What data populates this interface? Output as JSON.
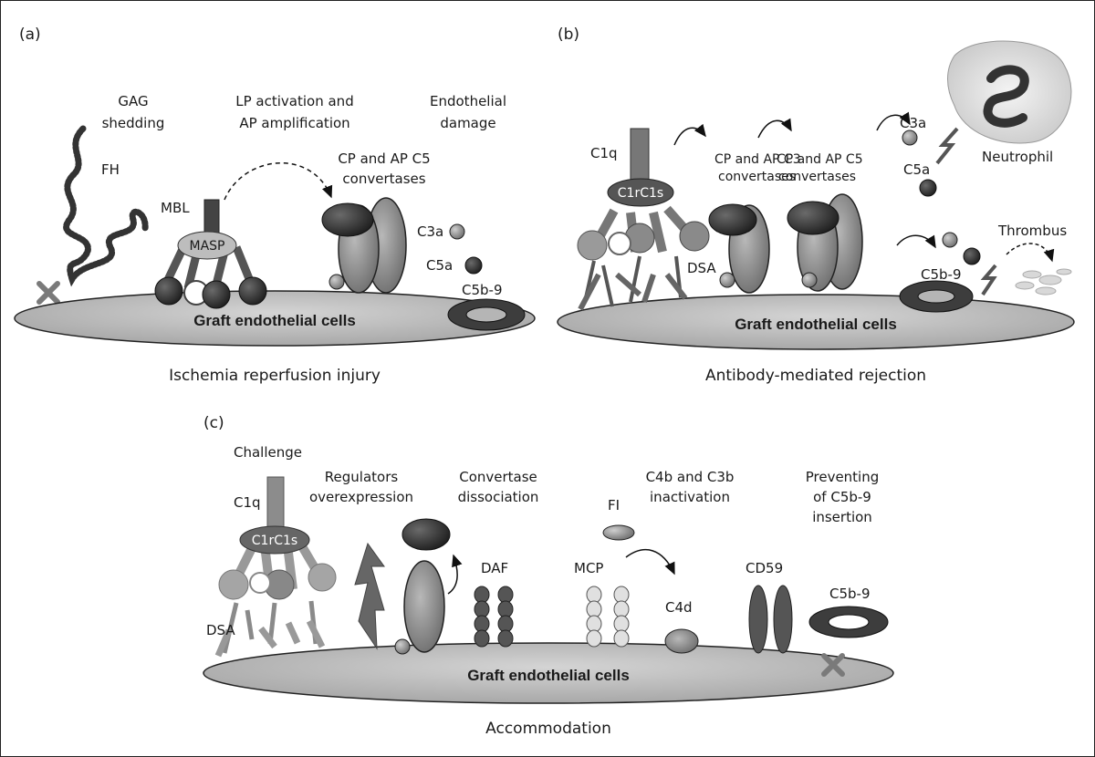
{
  "panels": {
    "a": {
      "tag": "(a)",
      "heading_left": [
        "GAG",
        "shedding"
      ],
      "heading_mid": [
        "LP activation and",
        "AP amplification"
      ],
      "heading_right": [
        "Endothelial",
        "damage"
      ],
      "fh": "FH",
      "mbl": "MBL",
      "masp": "MASP",
      "convertase": [
        "CP and AP C5",
        "convertases"
      ],
      "c3a": "C3a",
      "c5a": "C5a",
      "mac": "C5b-9",
      "membrane": "Graft endothelial cells",
      "caption": "Ischemia reperfusion injury"
    },
    "b": {
      "tag": "(b)",
      "c1q": "C1q",
      "c1rc1s": "C1rC1s",
      "c3conv": [
        "CP and AP C3",
        "convertases"
      ],
      "c5conv": [
        "CP and AP C5",
        "convertases"
      ],
      "c3a": "C3a",
      "c5a": "C5a",
      "neutrophil": "Neutrophil",
      "thrombus": "Thrombus",
      "dsa": "DSA",
      "mac": "C5b-9",
      "membrane": "Graft endothelial cells",
      "caption": "Antibody-mediated rejection"
    },
    "c": {
      "tag": "(c)",
      "challenge": "Challenge",
      "c1q": "C1q",
      "c1rc1s": "C1rC1s",
      "dsa": "DSA",
      "regulators": [
        "Regulators",
        "overexpression"
      ],
      "dissociation": [
        "Convertase",
        "dissociation"
      ],
      "inactivation": [
        "C4b and C3b",
        "inactivation"
      ],
      "preventing": [
        "Preventing",
        "of C5b-9",
        "insertion"
      ],
      "fi": "FI",
      "daf": "DAF",
      "mcp": "MCP",
      "c4d": "C4d",
      "cd59": "CD59",
      "mac": "C5b-9",
      "membrane": "Graft endothelial cells",
      "caption": "Accommodation"
    }
  }
}
